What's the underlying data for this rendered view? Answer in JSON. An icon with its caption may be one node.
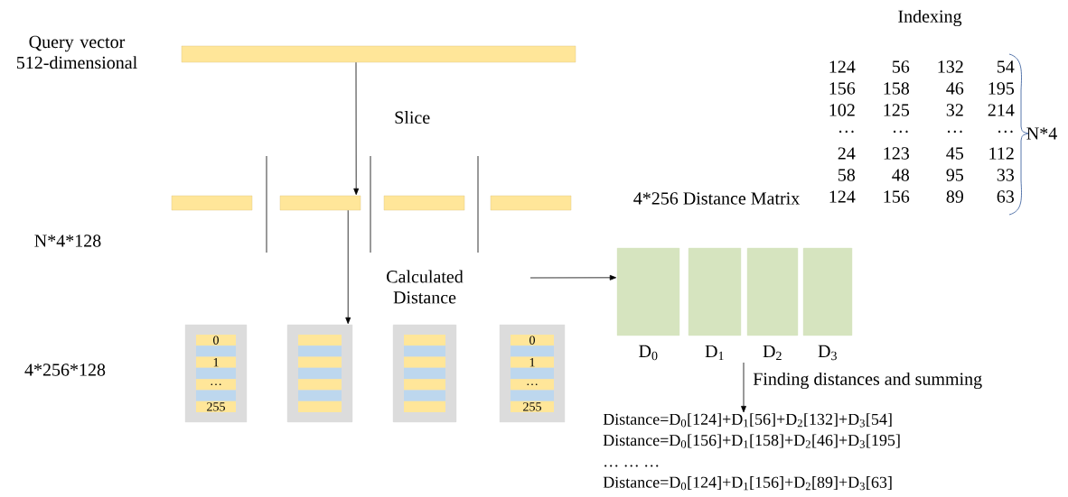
{
  "diagram": {
    "nodes": [
      {
        "text": [],
        "shape": "bar"
      },
      {
        "text": [],
        "shape": "bar"
      },
      {
        "text": [],
        "shape": "bar"
      },
      {
        "text": [],
        "shape": "bar"
      },
      {
        "text": [],
        "shape": "bar"
      },
      {
        "text": [
          "0",
          "1",
          "…",
          "255"
        ]
      },
      {
        "text": [],
        "shape": "box"
      },
      {
        "text": [],
        "shape": "box"
      },
      {
        "text": [
          "0",
          "1",
          "…",
          "255"
        ]
      },
      {
        "text": [],
        "shape": "box",
        "beside": [
          "D$_{0}$"
        ]
      },
      {
        "text": [],
        "shape": "box",
        "beside": [
          "D$_{1}$"
        ]
      },
      {
        "text": [],
        "shape": "box",
        "beside": [
          "D$_{2}$"
        ]
      },
      {
        "text": [],
        "shape": "box",
        "beside": [
          "D$_{3}$"
        ]
      },
      {
        "text": [
          "Distance=D$_{0}$[124]+D$_{1}$[56]+D$_{2}$[132]+D$_{3}$[54]",
          "Distance=D$_{0}$[156]+D$_{1}$[158]+D$_{2}$[46]+D$_{3}$[195]",
          "… … …",
          "Distance=D$_{0}$[124]+D$_{1}$[156]+D$_{2}$[89]+D$_{3}$[63]"
        ]
      }
    ],
    "edges": [
      {
        "from": 0,
        "to": 2,
        "arrow": "to",
        "label": "Slice"
      },
      {
        "from": 2,
        "to": 6,
        "arrow": "to",
        "label": "Calculated Distance"
      },
      {
        "from": null,
        "to": 9,
        "arrow": "to"
      },
      {
        "from": null,
        "to": 13,
        "arrow": "to",
        "label": "Finding distances and summing"
      }
    ],
    "labels": [
      "Query vector 512-dimensional",
      "N*4*128",
      "4*256*128",
      "4*256 Distance Matrix",
      "Indexing",
      "124",
      "56",
      "132",
      "54",
      "156",
      "158",
      "46",
      "195",
      "102",
      "125",
      "32",
      "214",
      "…",
      "…",
      "…",
      "…",
      "24",
      "123",
      "45",
      "112",
      "58",
      "48",
      "95",
      "33",
      "124",
      "156",
      "89",
      "63",
      "N*4"
    ]
  }
}
